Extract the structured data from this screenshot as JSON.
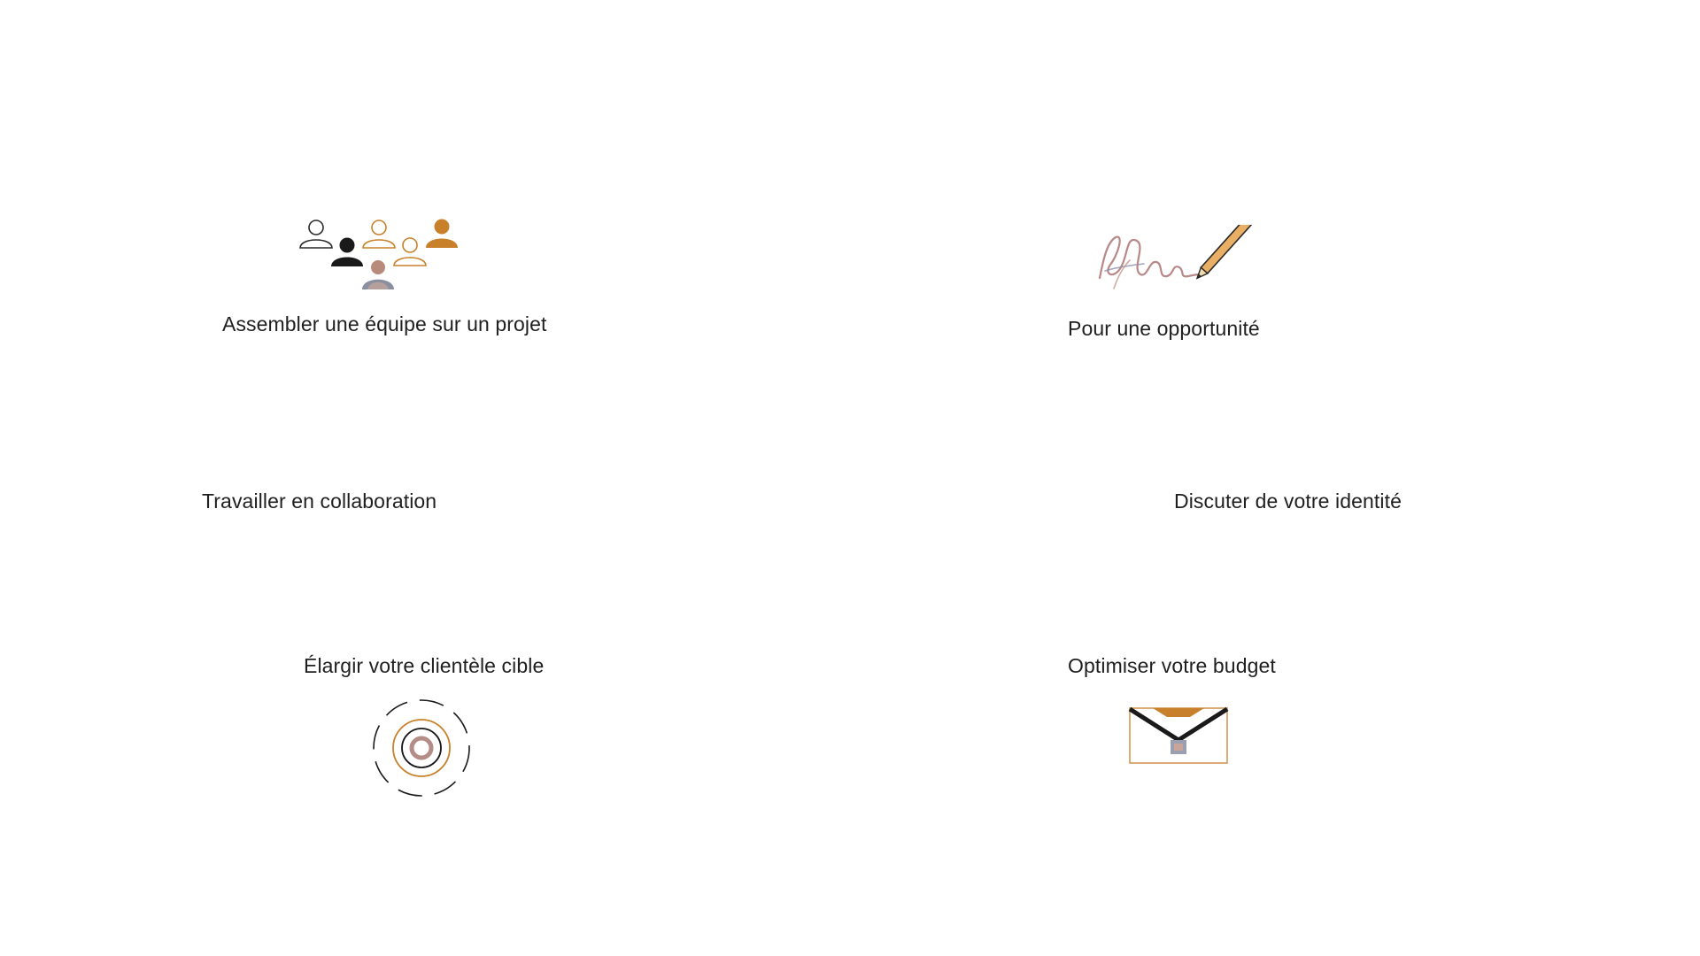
{
  "items": [
    {
      "label": "Assembler une équipe sur un projet",
      "icon": "team-people-icon"
    },
    {
      "label": "Pour une opportunité",
      "icon": "signature-pencil-icon"
    },
    {
      "label": "Travailler en collaboration",
      "icon": ""
    },
    {
      "label": "Discuter de votre identité",
      "icon": ""
    },
    {
      "label": "Élargir votre clientèle cible",
      "icon": "target-circles-icon"
    },
    {
      "label": "Optimiser votre budget",
      "icon": "envelope-icon"
    }
  ],
  "colors": {
    "text": "#1f1f1f",
    "accent": "#c8802a",
    "dark": "#1a1a1a",
    "background": "#ffffff"
  }
}
